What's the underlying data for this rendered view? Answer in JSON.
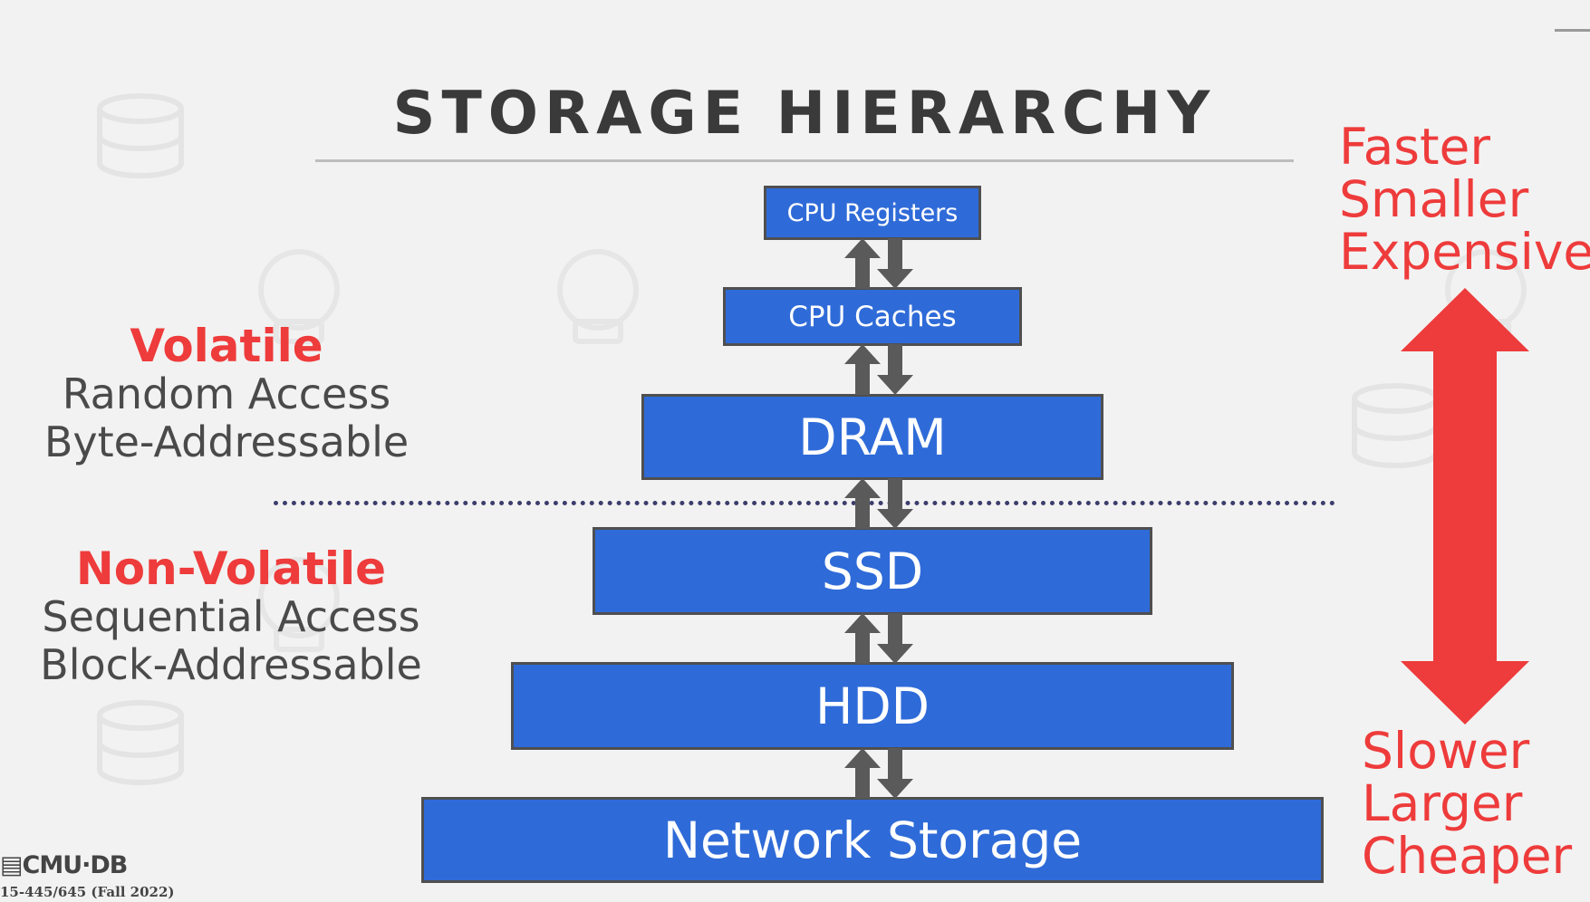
{
  "title": "STORAGE HIERARCHY",
  "tiers": [
    {
      "label": "CPU Registers"
    },
    {
      "label": "CPU Caches"
    },
    {
      "label": "DRAM"
    },
    {
      "label": "SSD"
    },
    {
      "label": "HDD"
    },
    {
      "label": "Network Storage"
    }
  ],
  "volatile": {
    "heading": "Volatile",
    "line1": "Random Access",
    "line2": "Byte-Addressable"
  },
  "non_volatile": {
    "heading": "Non-Volatile",
    "line1": "Sequential Access",
    "line2": "Block-Addressable"
  },
  "top_properties": [
    "Faster",
    "Smaller",
    "Expensive"
  ],
  "bottom_properties": [
    "Slower",
    "Larger",
    "Cheaper"
  ],
  "footer": {
    "logo": "CMU·DB",
    "course": "15-445/645 (Fall 2022)"
  },
  "colors": {
    "tier_fill": "#2f6bd8",
    "accent_red": "#ee3b3b",
    "arrow_gray": "#5a5a5a",
    "divider": "#3b3e6b"
  }
}
